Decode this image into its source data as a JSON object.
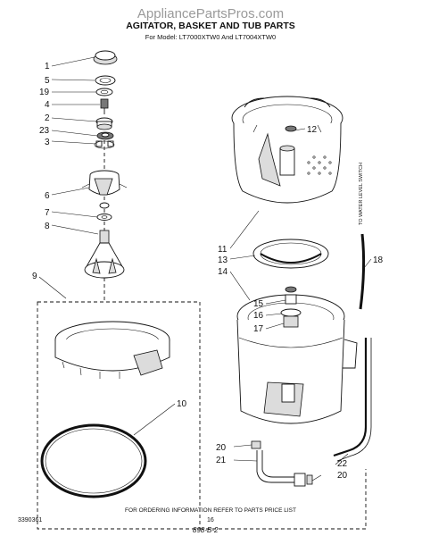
{
  "watermark": "AppliancePartsPros.com",
  "title": "AGITATOR, BASKET AND TUB PARTS",
  "subtitle": "For Model: LT7000XTW0 And LT7004XTW0",
  "callouts": {
    "p1": "1",
    "p5": "5",
    "p19": "19",
    "p4": "4",
    "p2": "2",
    "p23": "23",
    "p3": "3",
    "p6": "6",
    "p7": "7",
    "p8": "8",
    "p9": "9",
    "p10": "10",
    "p12": "12",
    "p11": "11",
    "p13": "13",
    "p14": "14",
    "p15": "15",
    "p16": "16",
    "p17": "17",
    "p18": "18",
    "p20a": "20",
    "p21": "21",
    "p22": "22",
    "p20b": "20"
  },
  "side_note": "TO WATER LEVEL SWITCH",
  "footer": {
    "ordering": "FOR ORDERING INFORMATION REFER TO PARTS PRICE LIST",
    "doc_number": "3390361",
    "page": "16",
    "handwritten": "898-B-2"
  }
}
